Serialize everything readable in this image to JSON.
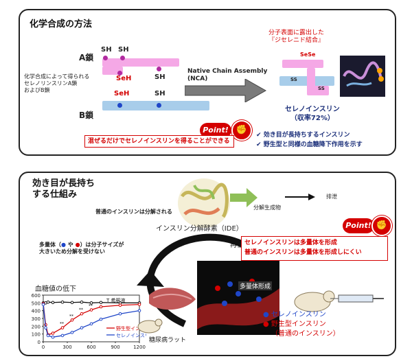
{
  "panel1": {
    "title": "化学合成の方法",
    "chain_a_label": "A鎖",
    "chain_b_label": "B鎖",
    "left_text": [
      "化学合成によって得られる",
      "セレノリンスリンA鎖",
      "およびB鎖"
    ],
    "sh_labels": [
      "SH",
      "SH",
      "SeH",
      "SH",
      "SeH",
      "SH"
    ],
    "nca_label": [
      "Native Chain Assembly",
      "(NCA)"
    ],
    "surface_note": [
      "分子表面に露出した",
      "『ジセレニド結合』"
    ],
    "sese_label": "SeSe",
    "ss_labels": [
      "SS",
      "SS"
    ],
    "product_name": "セレノインスリン",
    "yield_text": "（収率72%）",
    "point_label": "Point!",
    "point_box_text": "混ぜるだけでセレノインスリンを得ることができる",
    "checks": [
      "効き目が長持ちするインスリン",
      "野生型と同様の血糖降下作用を示す"
    ],
    "colors": {
      "chain_a": "#f5a8e6",
      "chain_b": "#a8cdea",
      "accent": "#d40000"
    }
  },
  "panel2": {
    "title_lines": [
      "効き目が長持ち",
      "する仕組み"
    ],
    "normal_degraded": "普通のインスリンは分解される",
    "degradation_products": "分解生成物",
    "excretion": "排泄",
    "ide_label": "インスリン分解酵素（IDE）",
    "recirc": "再循環",
    "multimer_note": [
      "多量体（",
      "や",
      "）は分子サイズが",
      "大きいため分解を受けない"
    ],
    "point_label": "Point!",
    "point_box_lines": [
      "セレノインスリンは多量体を形成",
      "普通のインスリンは多量体を形成しにくい"
    ],
    "multimer_formation": "多量体形成",
    "legend": {
      "seleno": "セレノインスリン",
      "wild": "野生型インスリン",
      "normal": "（普通のインスリン）"
    },
    "rat_label": "糖尿病ラット",
    "chart_title": "血糖値の低下",
    "colors": {
      "seleno": "#1f46c8",
      "wild": "#d40000"
    }
  },
  "chart_data": {
    "type": "line",
    "title": "血糖値の低下",
    "x": [
      0,
      30,
      60,
      120,
      240,
      360,
      480,
      600,
      720,
      960,
      1200
    ],
    "xticks": [
      "0",
      "300",
      "600",
      "900",
      "1200"
    ],
    "yticks": [
      "0",
      "100",
      "200",
      "300",
      "400",
      "500",
      "600"
    ],
    "ylim": [
      0,
      600
    ],
    "xlim": [
      0,
      1200
    ],
    "series": [
      {
        "name": "希釈液",
        "marker": "T",
        "values": [
          500,
          500,
          510,
          505,
          510,
          505,
          510,
          500,
          505,
          500,
          500
        ]
      },
      {
        "name": "野生型インスリン",
        "values": [
          490,
          220,
          90,
          110,
          180,
          280,
          360,
          410,
          450,
          470,
          480
        ]
      },
      {
        "name": "セレノインスリン",
        "values": [
          480,
          180,
          80,
          60,
          80,
          120,
          180,
          230,
          290,
          360,
          400
        ]
      }
    ],
    "annotations": [
      "**",
      "**",
      "**",
      "**"
    ]
  }
}
